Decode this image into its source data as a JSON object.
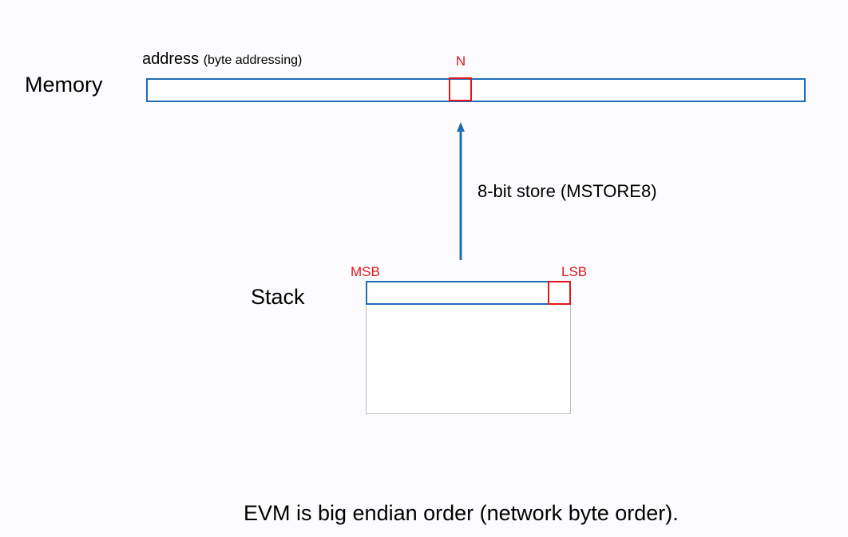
{
  "memory": {
    "label": "Memory",
    "address_label": "address",
    "address_note": "(byte addressing)",
    "cell_label": "N"
  },
  "store": {
    "label": "8-bit store (MSTORE8)"
  },
  "stack": {
    "label": "Stack",
    "msb_label": "MSB",
    "lsb_label": "LSB"
  },
  "footer": {
    "text": "EVM is big endian order (network byte order)."
  },
  "colors": {
    "bar_border": "#1f6db6",
    "highlight": "#e0161c",
    "stack_body_border": "#bdbdbd",
    "arrow": "#1f6db6"
  }
}
